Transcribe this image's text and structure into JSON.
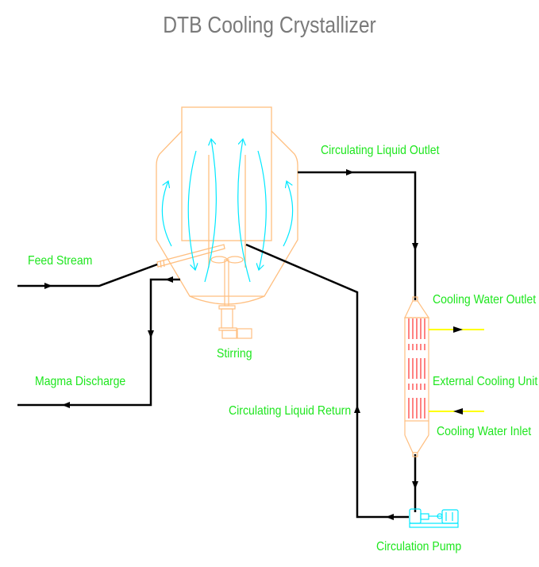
{
  "title": "DTB Cooling Crystallizer",
  "labels": {
    "feed": "Feed Stream",
    "magma": "Magma Discharge",
    "stirring": "Stirring",
    "outlet": "Circulating Liquid Outlet",
    "return": "Circulating Liquid Return",
    "cw_out": "Cooling Water Outlet",
    "cooler": "External Cooling Unit",
    "cw_in": "Cooling Water Inlet",
    "pump": "Circulation Pump"
  },
  "colors": {
    "vessel": "#ffbf80",
    "flow": "#00ffff",
    "label": "#1ee61e",
    "pipe": "#000000",
    "water": "#ffff00",
    "tubes": "#ff3030"
  }
}
